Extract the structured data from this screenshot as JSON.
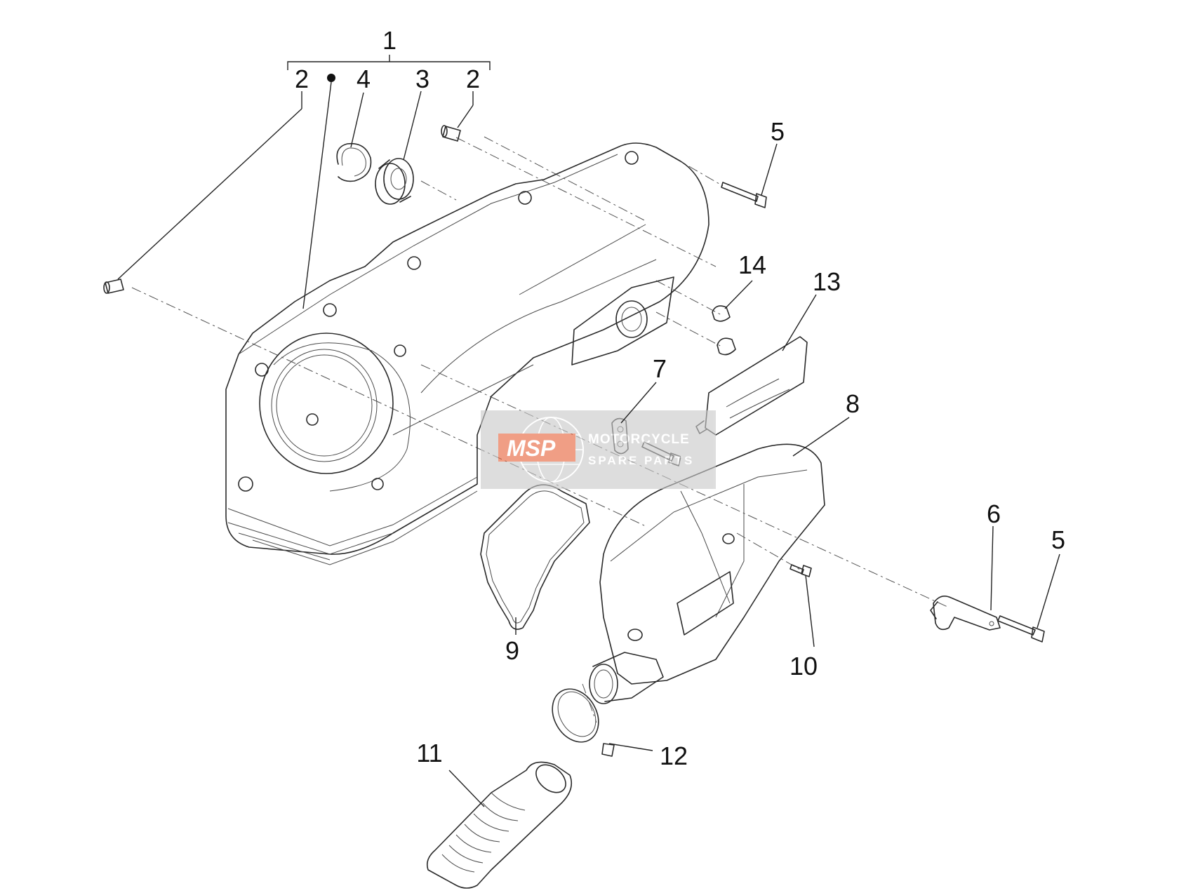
{
  "diagram": {
    "labels": {
      "p1": "1",
      "p2a": "2",
      "p2b": "2",
      "p3": "3",
      "p4": "4",
      "p5a": "5",
      "p5b": "5",
      "p6": "6",
      "p7": "7",
      "p8": "8",
      "p9": "9",
      "p10": "10",
      "p11": "11",
      "p12": "12",
      "p13": "13",
      "p14": "14"
    },
    "watermark": {
      "logo": "MSP",
      "line1": "MOTORCYCLE",
      "line2": "SPARE PARTS"
    }
  }
}
